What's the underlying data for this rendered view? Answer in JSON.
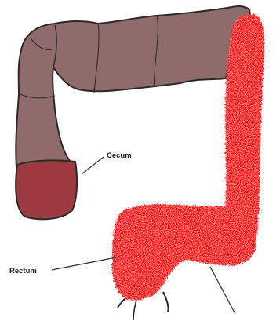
{
  "labels": {
    "cecum": "Cecum",
    "rectum": "Rectum"
  },
  "colors": {
    "colon_fill": "#8f6b6b",
    "colon_outline": "#2a2a2a",
    "cecum_fill": "#9c3a40",
    "inflamed": "#ff1010",
    "inflamed_dark": "#c40000",
    "inflamed_light": "#ff6a6a",
    "leader_line": "#333333"
  },
  "regions": {
    "healthy_segment": "ascending-and-transverse-colon",
    "cecum": "cecum",
    "inflamed_segment": "descending-sigmoid-rectum"
  }
}
